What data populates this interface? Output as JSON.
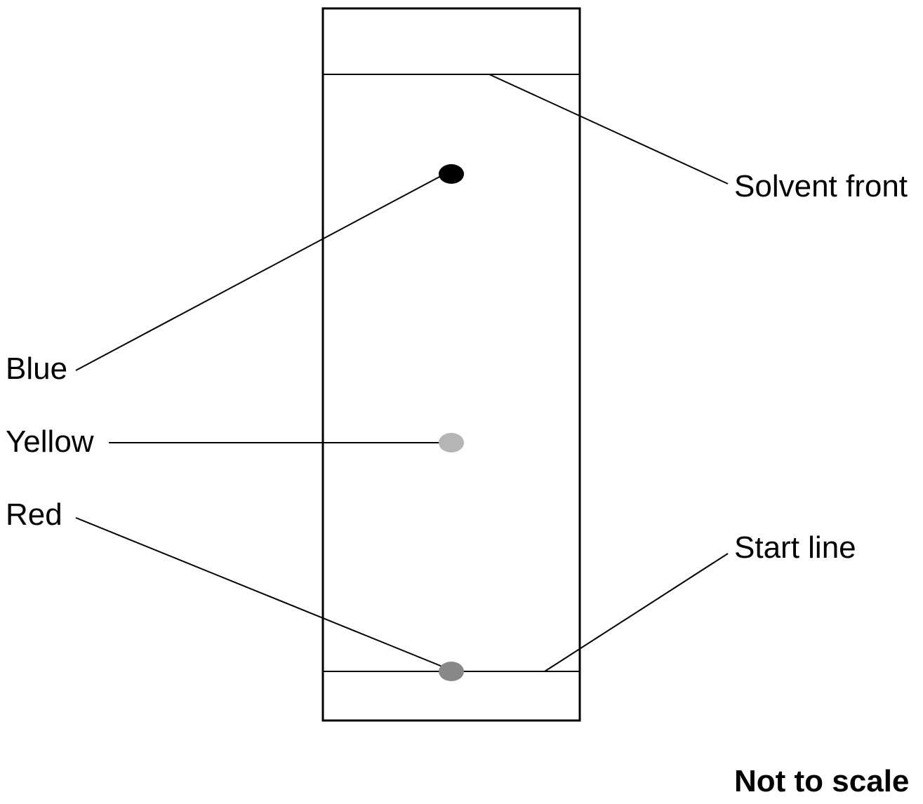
{
  "labels": {
    "solvent_front": "Solvent front",
    "blue": "Blue",
    "yellow": "Yellow",
    "red": "Red",
    "start_line": "Start line"
  },
  "note": "Not to scale",
  "spots": {
    "blue": {
      "color": "#000000"
    },
    "yellow": {
      "color": "#b5b5b5"
    },
    "red": {
      "color": "#888888"
    }
  },
  "colors": {
    "stroke": "#000000",
    "background": "#ffffff"
  }
}
